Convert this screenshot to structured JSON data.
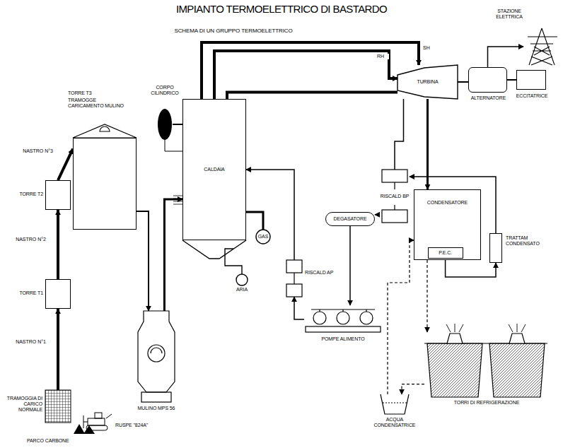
{
  "diagram": {
    "title": "IMPIANTO TERMOELETTRICO DI BASTARDO",
    "nodes": [
      {
        "text": [
          "TORRE T1"
        ]
      },
      {
        "text": [
          "TORRE T2"
        ]
      },
      {
        "text": [
          "TORRE T3",
          "TRAMOGGE CARICAMENTO MULINO"
        ]
      },
      {
        "text": [
          "TRAMOGGIA DI CARICO NORMALE"
        ]
      },
      {
        "text": [
          "MULINO MPS 56"
        ]
      },
      {
        "text": [
          "CORPO CILINDRICO"
        ]
      },
      {
        "text": [
          "CALDAIA"
        ]
      },
      {
        "text": [
          "DEGASATORE"
        ]
      },
      {
        "text": [
          "RISCALD AP"
        ]
      },
      {
        "text": [
          "POMPE ALIMENTO"
        ]
      },
      {
        "text": [
          "TURBINA"
        ]
      },
      {
        "text": [
          "ALTERNATORE"
        ]
      },
      {
        "text": [
          "ECCITATRICE"
        ]
      },
      {
        "text": [
          "RISCALD BP"
        ]
      },
      {
        "text": [
          "CONDENSATORE"
        ]
      },
      {
        "text": [
          "P.E.C."
        ],
        "in": 14
      },
      {
        "text": [
          "TRATTAM CONDENSATO"
        ]
      },
      {
        "text": [
          "TORRI DI REFRIGERAZIONE"
        ]
      },
      {
        "text": [
          "ACQUA CONDENSATRICE"
        ]
      },
      {
        "text": [
          "STAZIONE ELETTRICA"
        ]
      }
    ],
    "edges": [
      {
        "from": 3,
        "to": 0,
        "label": "NASTRO N°1",
        "arrow": "to"
      },
      {
        "from": 0,
        "to": 1,
        "label": "NASTRO N°2",
        "arrow": "to"
      },
      {
        "from": 1,
        "to": 2,
        "label": "NASTRO N°3",
        "arrow": "to"
      },
      {
        "from": 2,
        "to": 4,
        "arrow": "to"
      },
      {
        "from": 4,
        "to": 6,
        "arrow": "to"
      },
      {
        "from": 5,
        "to": 6,
        "arrow": "none"
      },
      {
        "from": 6,
        "to": 10,
        "label": "SH",
        "arrow": "to"
      },
      {
        "from": 6,
        "to": 10,
        "label": "RH",
        "arrow": "to"
      },
      {
        "from": 10,
        "to": 6,
        "arrow": "none"
      },
      {
        "from": 10,
        "to": 11,
        "arrow": "none"
      },
      {
        "from": 11,
        "to": 12,
        "arrow": "none"
      },
      {
        "from": 11,
        "to": 19,
        "arrow": "to"
      },
      {
        "from": 10,
        "to": 14,
        "arrow": "to"
      },
      {
        "from": 10,
        "to": 13,
        "arrow": "none"
      },
      {
        "from": 15,
        "to": 16,
        "arrow": "to"
      },
      {
        "from": 16,
        "to": 13,
        "arrow": "to"
      },
      {
        "from": 13,
        "to": 7,
        "arrow": "to"
      },
      {
        "from": 7,
        "to": 9,
        "arrow": "to"
      },
      {
        "from": 9,
        "to": 8,
        "arrow": "to"
      },
      {
        "from": 8,
        "to": 6,
        "arrow": "to"
      },
      {
        "from": 14,
        "to": 17,
        "arrow": "to"
      },
      {
        "from": 17,
        "to": 18,
        "arrow": "to"
      },
      {
        "from": 18,
        "to": 14,
        "arrow": "to"
      }
    ],
    "labels": [
      "SCHEMA DI UN GRUPPO TERMOELETTRICO",
      "PARCO CARBONE",
      "RUSPE \"824A\"",
      "GAS",
      "ARIA"
    ]
  }
}
